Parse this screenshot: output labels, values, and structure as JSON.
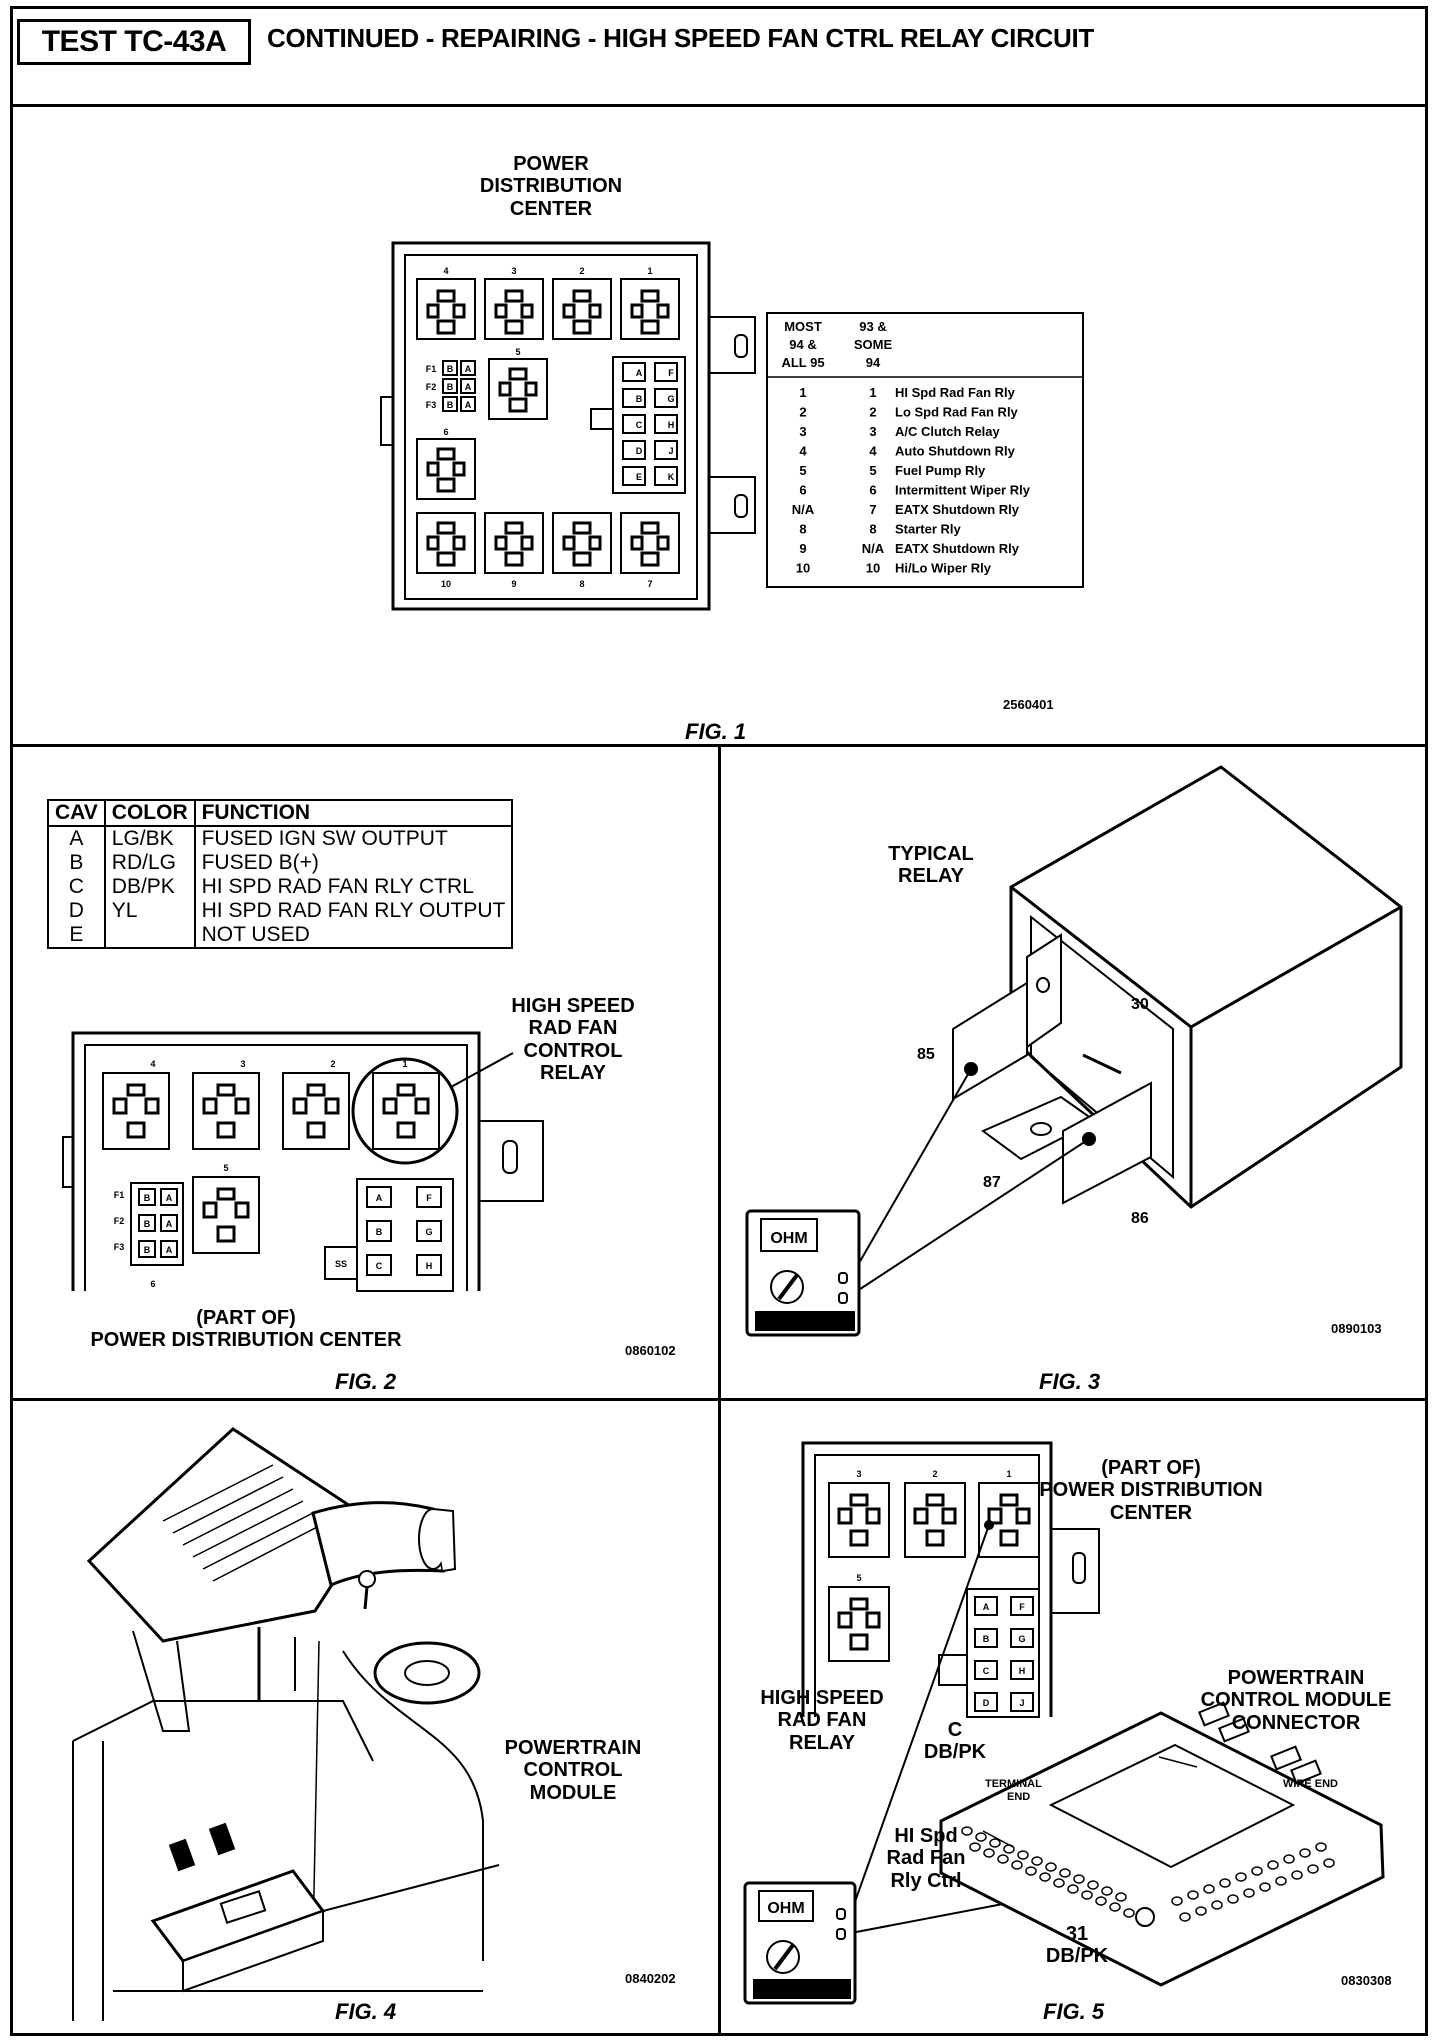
{
  "header": {
    "test_id": "TEST TC-43A",
    "title": "CONTINUED - REPAIRING - HIGH SPEED FAN CTRL RELAY CIRCUIT"
  },
  "fig1": {
    "title_lines": [
      "POWER",
      "DISTRIBUTION",
      "CENTER"
    ],
    "top_numbers": [
      "4",
      "3",
      "2",
      "1"
    ],
    "bottom_numbers": [
      "10",
      "9",
      "8",
      "7"
    ],
    "mid_number": "5",
    "left_number": "6",
    "fuse_labels": [
      "F1",
      "F2",
      "F3"
    ],
    "fuse_cells": [
      "B",
      "A",
      "B",
      "A",
      "B",
      "A"
    ],
    "right_cells": [
      "A",
      "F",
      "B",
      "G",
      "C",
      "H",
      "D",
      "J",
      "E",
      "K"
    ],
    "legend_headers": [
      [
        "MOST",
        "94 &",
        "ALL 95"
      ],
      [
        "93 &",
        "SOME",
        "94"
      ]
    ],
    "legend_rows": [
      [
        "1",
        "1",
        "HI Spd Rad Fan Rly"
      ],
      [
        "2",
        "2",
        "Lo Spd Rad Fan Rly"
      ],
      [
        "3",
        "3",
        "A/C Clutch Relay"
      ],
      [
        "4",
        "4",
        "Auto Shutdown Rly"
      ],
      [
        "5",
        "5",
        "Fuel Pump Rly"
      ],
      [
        "6",
        "6",
        "Intermittent Wiper Rly"
      ],
      [
        "N/A",
        "7",
        "EATX Shutdown Rly"
      ],
      [
        "8",
        "8",
        "Starter Rly"
      ],
      [
        "9",
        "N/A",
        "EATX Shutdown Rly"
      ],
      [
        "10",
        "10",
        "Hi/Lo Wiper Rly"
      ]
    ],
    "code": "2560401",
    "label": "FIG. 1"
  },
  "fig2": {
    "table_headers": [
      "CAV",
      "COLOR",
      "FUNCTION"
    ],
    "table_rows": [
      [
        "A",
        "LG/BK",
        "FUSED IGN SW OUTPUT"
      ],
      [
        "B",
        "RD/LG",
        "FUSED B(+)"
      ],
      [
        "C",
        "DB/PK",
        "HI SPD RAD FAN RLY  CTRL"
      ],
      [
        "D",
        "YL",
        "HI SPD RAD FAN RLY  OUTPUT"
      ],
      [
        "E",
        "",
        "NOT USED"
      ]
    ],
    "callout_lines": [
      "HIGH SPEED",
      "RAD FAN",
      "CONTROL",
      "RELAY"
    ],
    "caption_lines": [
      "(PART OF)",
      "POWER DISTRIBUTION CENTER"
    ],
    "top_numbers": [
      "4",
      "3",
      "2",
      "1"
    ],
    "mid_number": "5",
    "low_number": "6",
    "fuse_labels": [
      "F1",
      "F2",
      "F3"
    ],
    "fuse_cells": [
      "B",
      "A",
      "B",
      "A",
      "B",
      "A"
    ],
    "conn_cells": [
      "A",
      "F",
      "B",
      "G",
      "C",
      "H"
    ],
    "side_tag": "SS",
    "code": "0860102",
    "label": "FIG. 2"
  },
  "fig3": {
    "title_lines": [
      "TYPICAL",
      "RELAY"
    ],
    "terminals": [
      "30",
      "85",
      "87",
      "86"
    ],
    "meter_text": "OHM",
    "code": "0890103",
    "label": "FIG. 3"
  },
  "fig4": {
    "callout_lines": [
      "POWERTRAIN",
      "CONTROL",
      "MODULE"
    ],
    "code": "0840202",
    "label": "FIG. 4"
  },
  "fig5": {
    "pdc_lines": [
      "(PART OF)",
      "POWER DISTRIBUTION",
      "CENTER"
    ],
    "pcm_lines": [
      "POWERTRAIN",
      "CONTROL MODULE",
      "CONNECTOR"
    ],
    "relay_lines": [
      "HIGH SPEED",
      "RAD FAN",
      "RELAY"
    ],
    "cavity_lines": [
      "C",
      "DB/PK"
    ],
    "ctrl_lines": [
      "HI Spd",
      "Rad Fan",
      "Rly Ctrl"
    ],
    "pin_lines": [
      "31",
      "DB/PK"
    ],
    "terminal_end": [
      "TERMINAL",
      "END"
    ],
    "wire_end": "WIRE END",
    "top_numbers": [
      "3",
      "2",
      "1"
    ],
    "mid_number": "5",
    "conn_cells": [
      "A",
      "F",
      "B",
      "G",
      "C",
      "H",
      "D",
      "J"
    ],
    "meter_text": "OHM",
    "code": "0830308",
    "label": "FIG. 5"
  }
}
